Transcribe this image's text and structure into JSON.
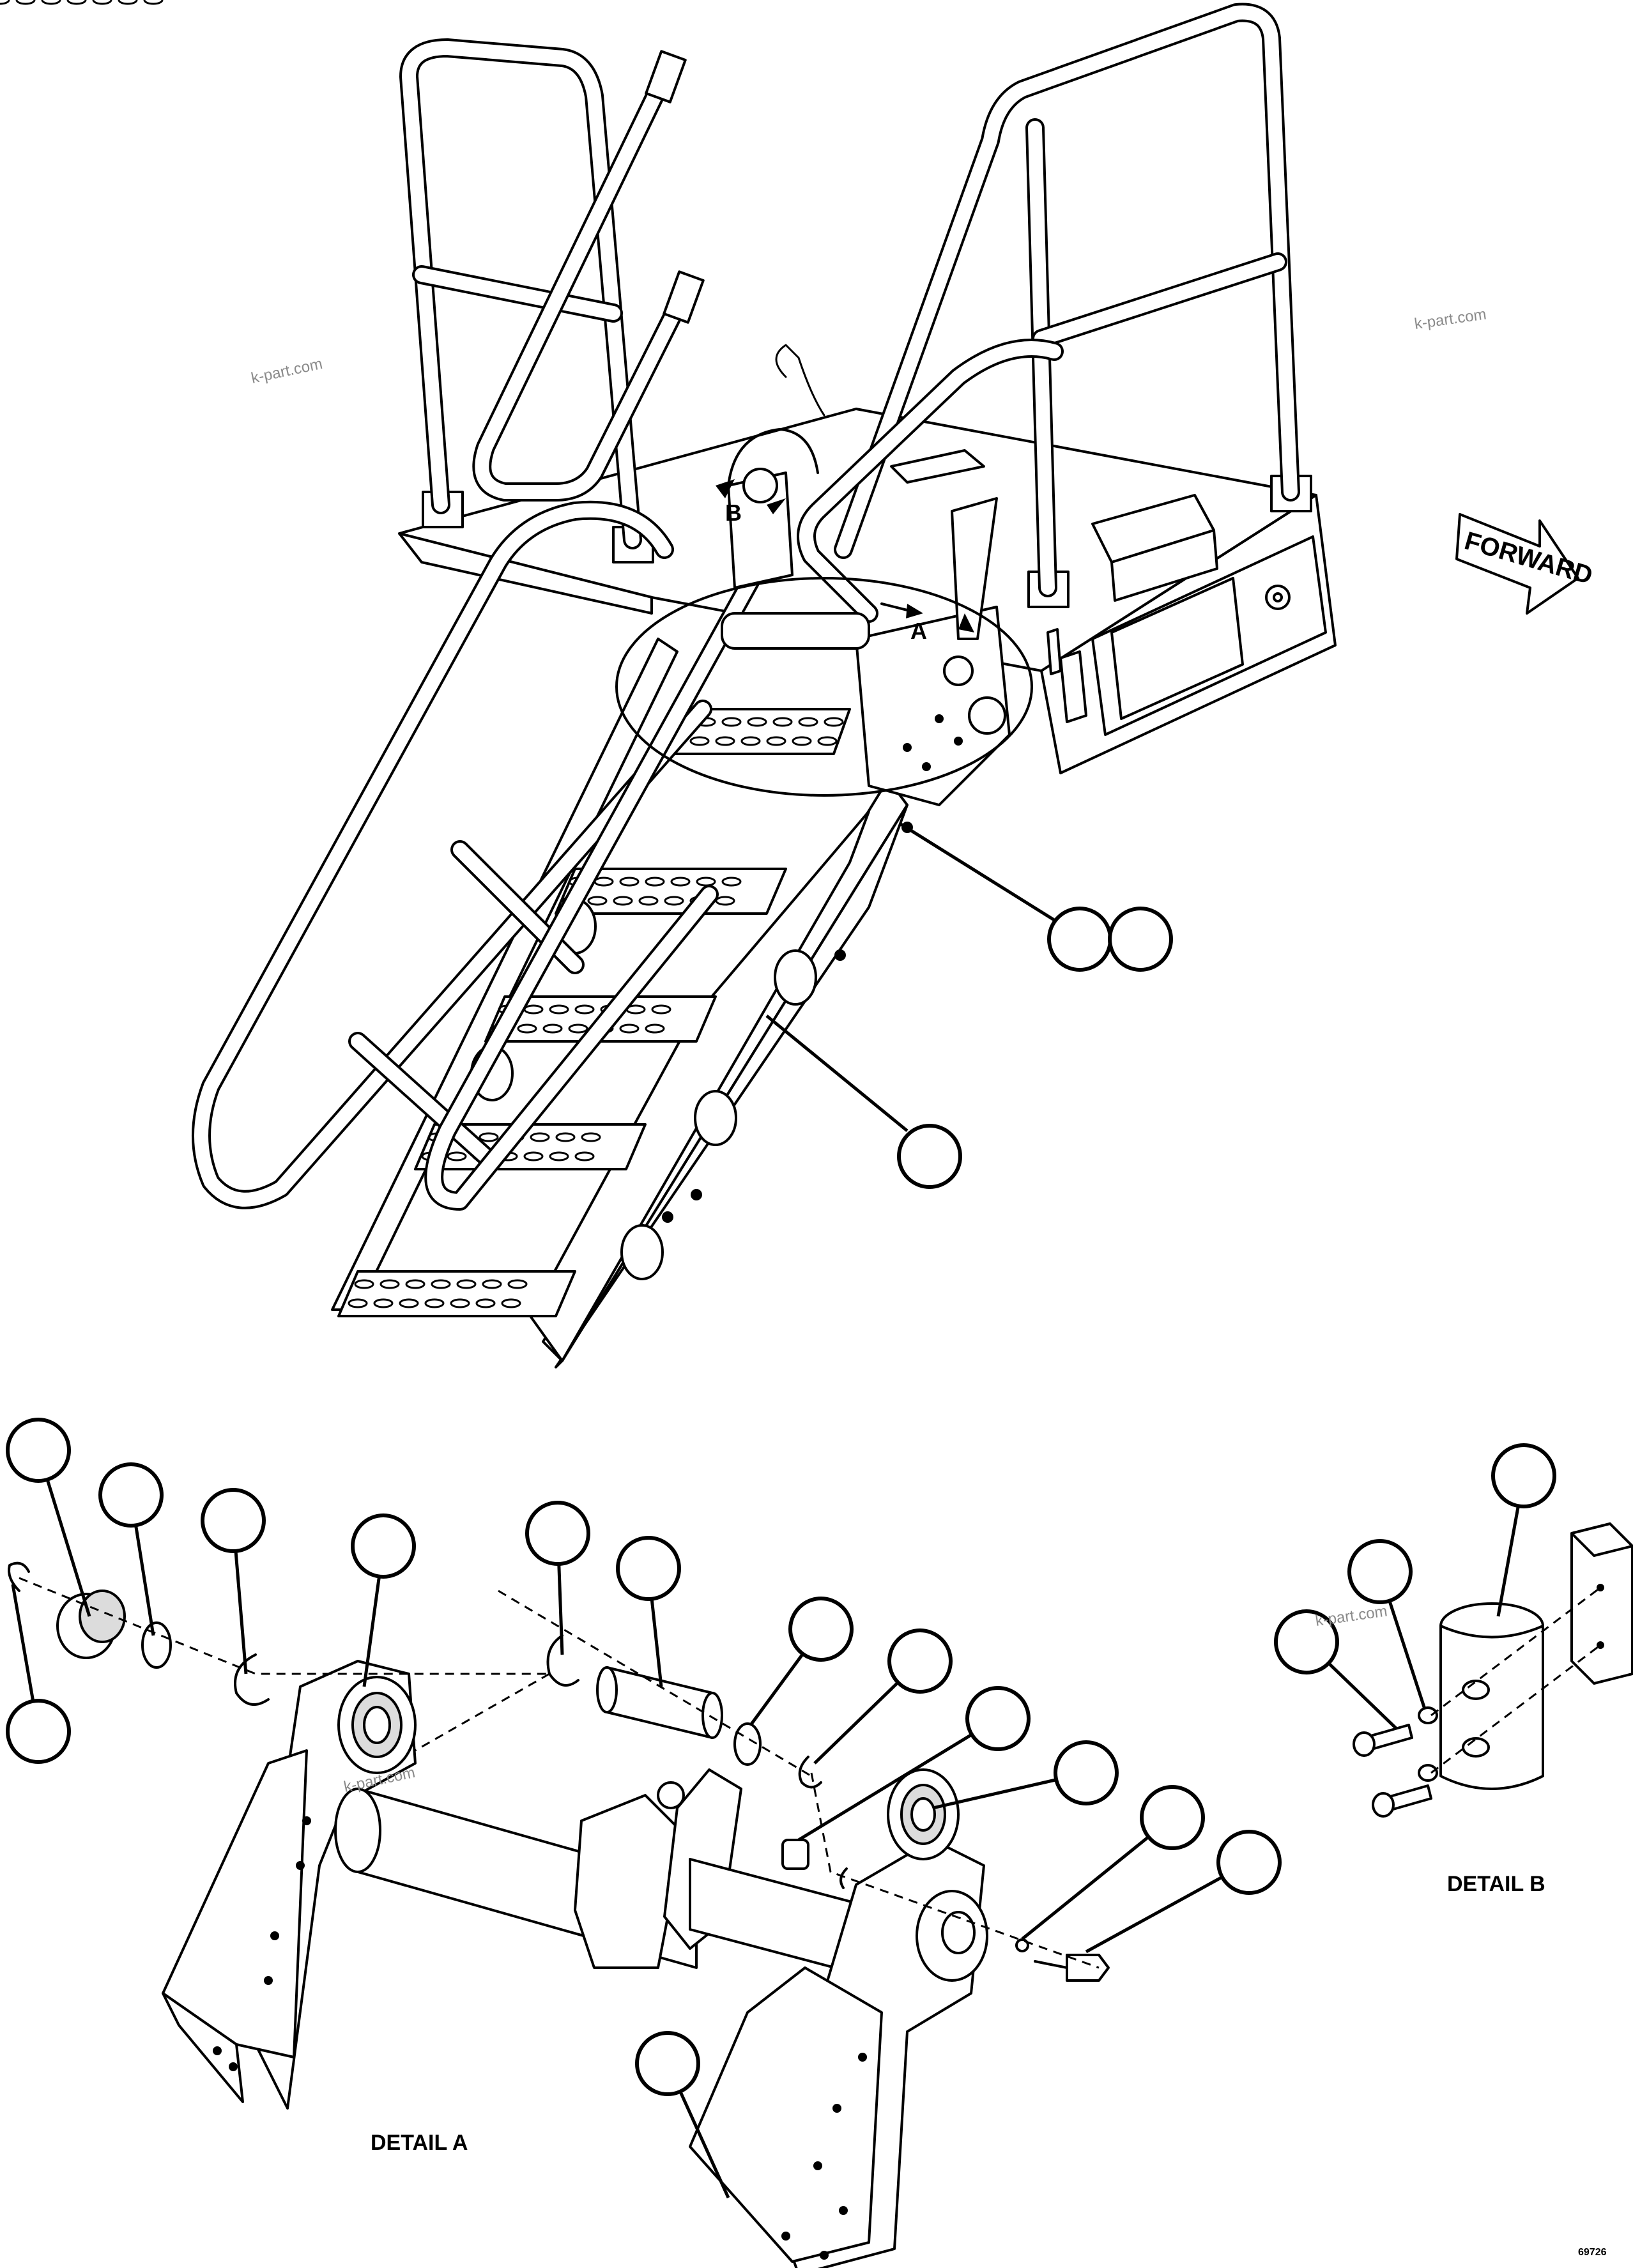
{
  "labels": {
    "forward": "FORWARD",
    "detail_a_marker": "A",
    "detail_b_marker": "B",
    "detail_a_caption": "DETAIL A",
    "detail_b_caption": "DETAIL B",
    "drawing_number": "69726"
  },
  "watermarks": [
    "k-part.com",
    "k-part.com",
    "k-part.com",
    "k-part.com"
  ],
  "callouts": [
    "",
    "",
    "",
    "",
    "",
    "",
    "",
    "",
    "",
    "",
    "",
    "",
    "",
    "",
    "",
    "",
    "",
    "",
    "",
    "",
    ""
  ],
  "colors": {
    "line": "#000000",
    "background": "#ffffff"
  }
}
